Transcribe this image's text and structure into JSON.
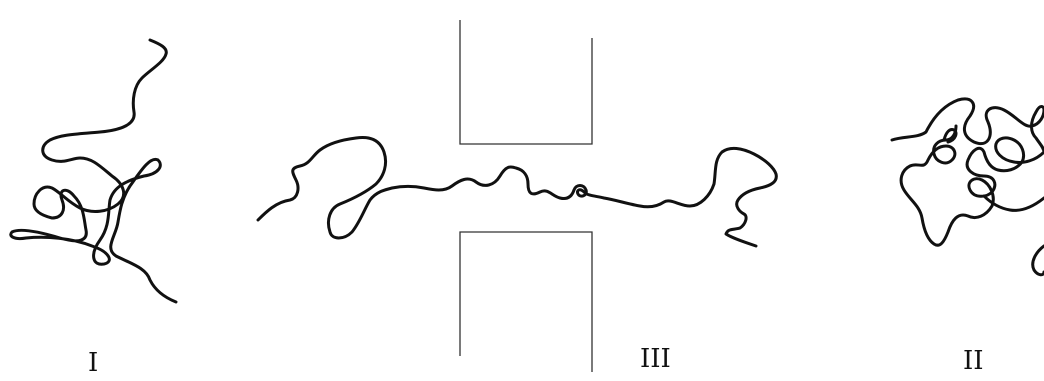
{
  "labels": {
    "left_chain": "I",
    "center_chain": "III",
    "right_chain": "II"
  }
}
